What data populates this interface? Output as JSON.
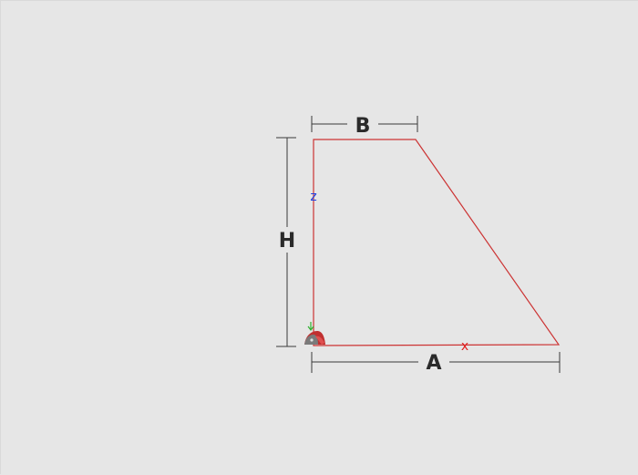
{
  "dimensions": {
    "A": "A",
    "B": "B",
    "H": "H"
  },
  "axes": {
    "x": "x",
    "z": "z"
  },
  "colors": {
    "background": "#e6e6e6",
    "outline": "#cc3333",
    "dimension_line": "#3a3a3a",
    "axis_x": "#e02020",
    "axis_z": "#2040e0",
    "axis_y": "#30b030"
  },
  "icons": {
    "origin": "origin-triad-icon"
  }
}
